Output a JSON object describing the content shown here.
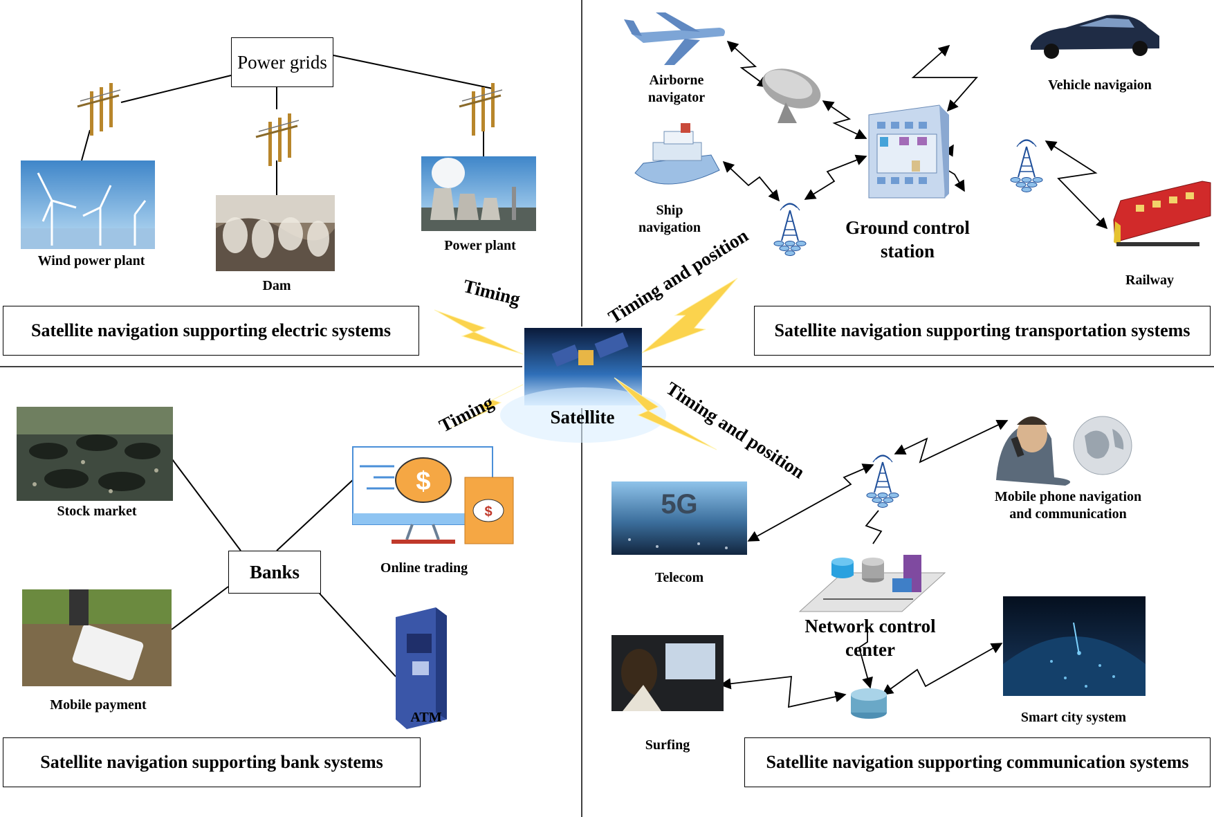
{
  "electric": {
    "hub": "Power grids",
    "items": [
      "Wind power plant",
      "Dam",
      "Power plant"
    ],
    "caption": "Satellite navigation supporting electric systems",
    "link": "Timing"
  },
  "transport": {
    "hub_line1": "Ground control",
    "hub_line2": "station",
    "airborne_line1": "Airborne",
    "airborne_line2": "navigator",
    "ship_line1": "Ship",
    "ship_line2": "navigation",
    "vehicle": "Vehicle navigaion",
    "railway": "Railway",
    "caption": "Satellite navigation supporting transportation systems",
    "link": "Timing and position"
  },
  "bank": {
    "hub": "Banks",
    "items": [
      "Stock market",
      "Online trading",
      "Mobile payment",
      "ATM"
    ],
    "caption": "Satellite navigation supporting bank systems",
    "link": "Timing"
  },
  "comm": {
    "hub_line1": "Network control",
    "hub_line2": "center",
    "mobile_line1": "Mobile phone navigation",
    "mobile_line2": "and communication",
    "telecom": "Telecom",
    "surfing": "Surfing",
    "smart": "Smart city system",
    "caption": "Satellite navigation supporting communication systems",
    "link": "Timing and position",
    "badge_5g": "5G"
  },
  "center": {
    "label": "Satellite"
  },
  "colors": {
    "bolt": "#FBD34D",
    "bolt_light": "#FFF4B8",
    "line": "#000000",
    "pole": "#B8862B"
  }
}
